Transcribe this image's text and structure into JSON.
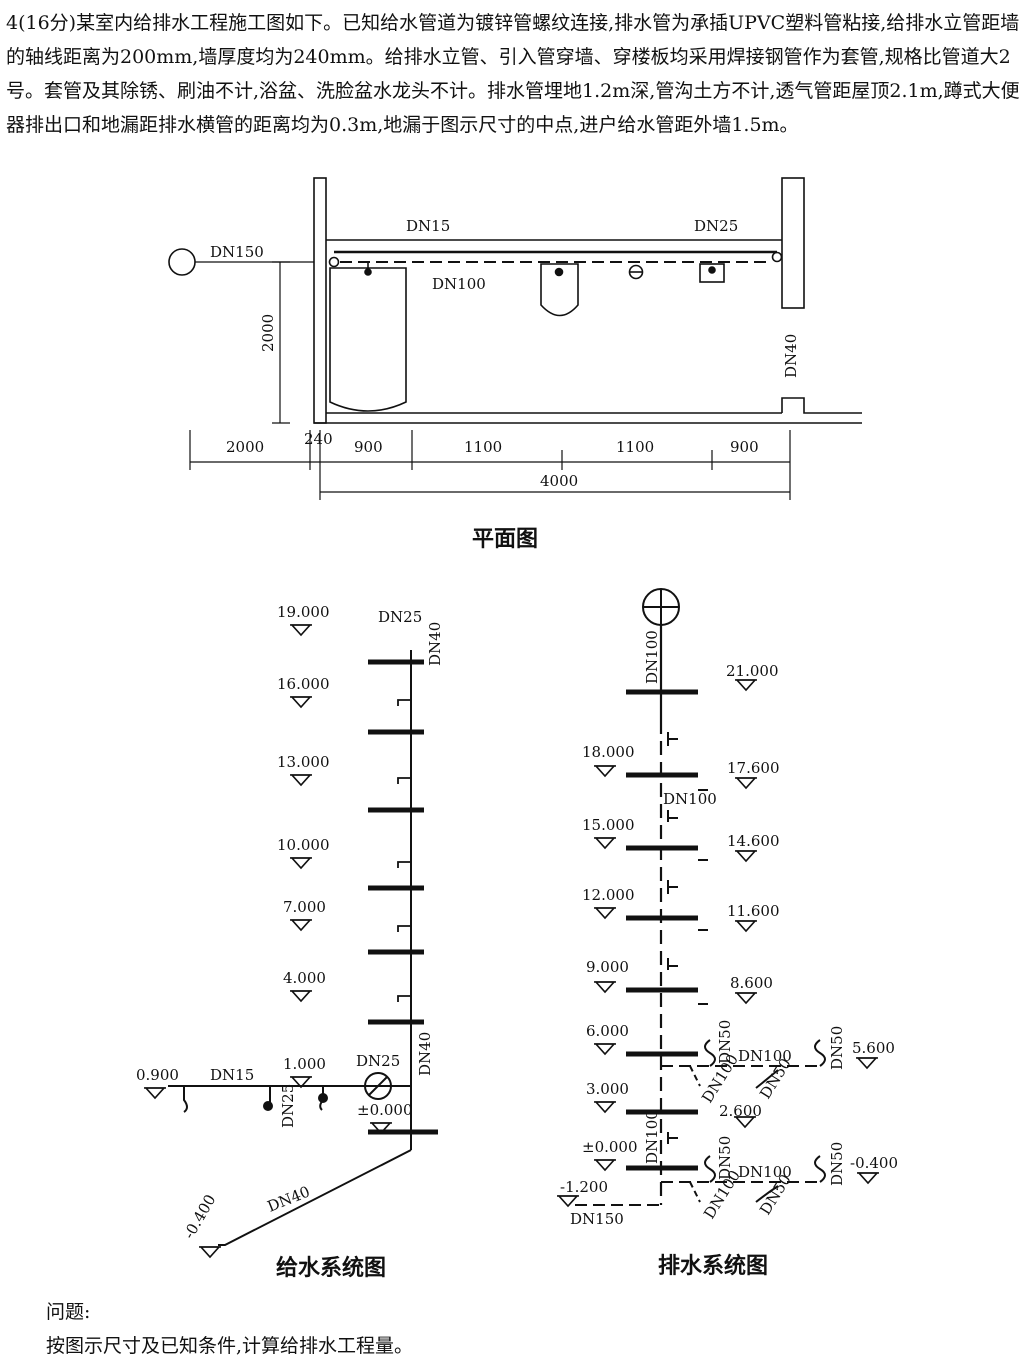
{
  "intro": "4(16分)某室内给排水工程施工图如下。已知给水管道为镀锌管螺纹连接,排水管为承插UPVC塑料管粘接,给排水立管距墙的轴线距离为200mm,墙厚度均为240mm。给排水立管、引入管穿墙、穿楼板均采用焊接钢管作为套管,规格比管道大2号。套管及其除锈、刷油不计,浴盆、洗脸盆水龙头不计。排水管埋地1.2m深,管沟土方不计,透气管距屋顶2.1m,蹲式大便器排出口和地漏距排水横管的距离均为0.3m,地漏于图示尺寸的中点,进户给水管距外墙1.5m。",
  "plan": {
    "title": "平面图",
    "labels": {
      "dn15": "DN15",
      "dn25": "DN25",
      "dn150": "DN150",
      "dn100": "DN100",
      "dn40": "DN40"
    },
    "dim_vertical": "2000",
    "dims_row1": [
      "2000",
      "240",
      "900",
      "1100",
      "1100",
      "900"
    ],
    "dim_total": "4000"
  },
  "supply": {
    "title": "给水系统图",
    "elevations": [
      "19.000",
      "16.000",
      "13.000",
      "10.000",
      "7.000",
      "4.000"
    ],
    "top_label": "DN25",
    "riser_label_top": "DN40",
    "riser_label_bottom": "DN40",
    "branch_elev": "1.000",
    "left_elev": "0.900",
    "branch_label": "DN15",
    "vertical_label": "DN25",
    "meter_label": "DN25",
    "ground_elev": "±0.000",
    "inlet_label": "DN40",
    "inlet_elev": "-0.400"
  },
  "drain": {
    "title": "排水系统图",
    "vent_label": "DN100",
    "mid_label": "DN100",
    "lower_label": "DN100",
    "left_elevs": [
      "18.000",
      "15.000",
      "12.000",
      "9.000",
      "6.000",
      "3.000",
      "±0.000",
      "-1.200"
    ],
    "right_elevs": [
      "21.000",
      "17.600",
      "14.600",
      "11.600",
      "8.600",
      "2.600"
    ],
    "outlet_label": "DN150",
    "branch_upper": {
      "dn50a": "DN50",
      "dn100": "DN100",
      "dn50b": "DN50",
      "elev": "5.600",
      "dn100_diag": "DN100",
      "dn50_diag": "DN50"
    },
    "branch_lower": {
      "dn50a": "DN50",
      "dn100": "DN100",
      "dn50b": "DN50",
      "elev": "-0.400",
      "dn100_diag": "DN100",
      "dn50_diag": "DN50"
    }
  },
  "question": {
    "label": "问题:",
    "text": "按图示尺寸及已知条件,计算给排水工程量。"
  }
}
